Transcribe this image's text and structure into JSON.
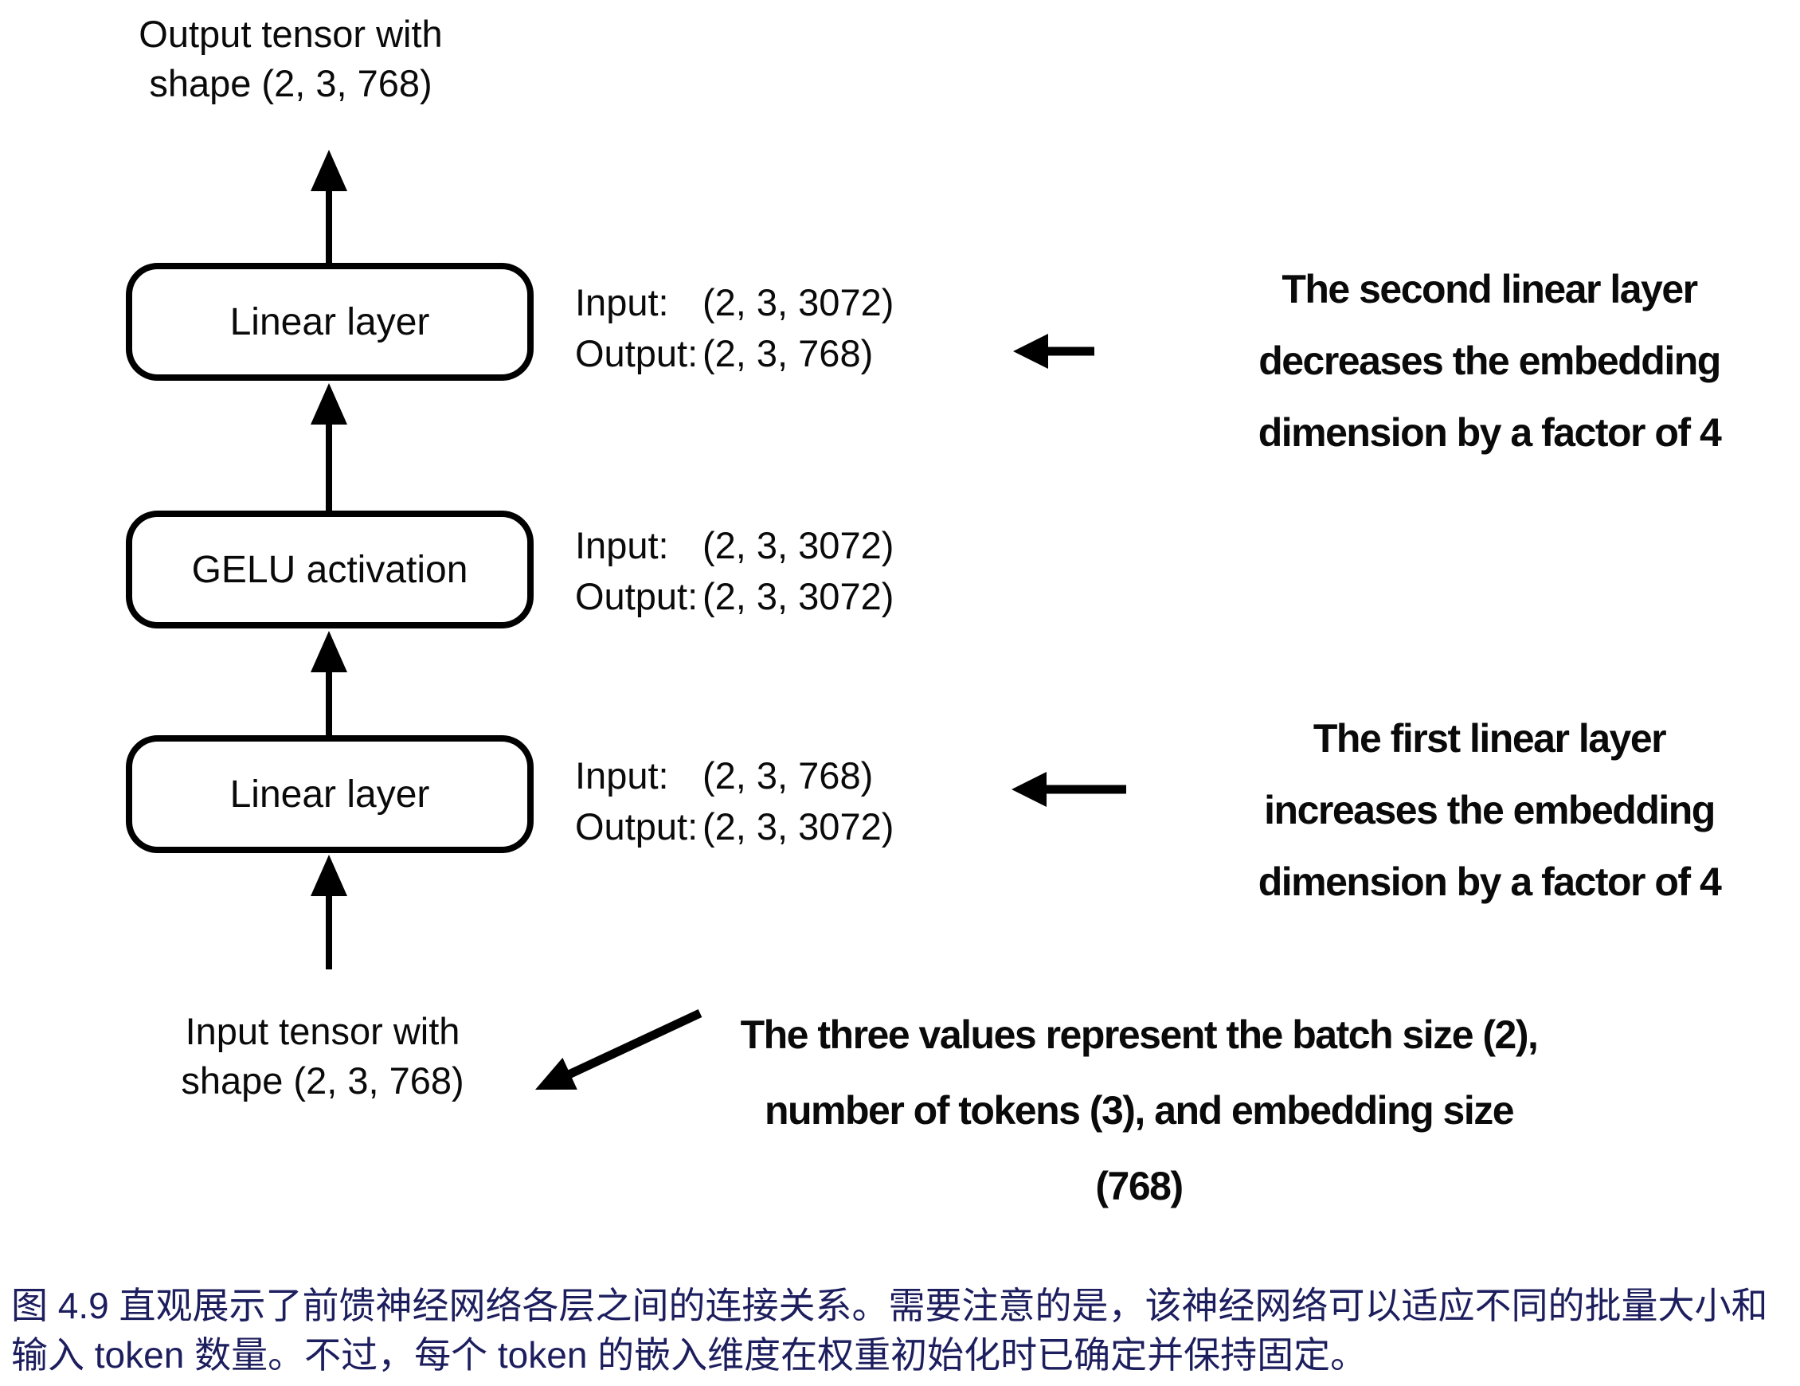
{
  "colors": {
    "ink": "#0a0a0a",
    "caption_text": "#1d1e5e",
    "background": "#ffffff"
  },
  "flow": {
    "output_tensor": {
      "lines": [
        "Output tensor with",
        "shape (2, 3, 768)"
      ]
    },
    "input_tensor": {
      "lines": [
        "Input tensor with",
        "shape (2, 3, 768)"
      ]
    },
    "layers": [
      {
        "name": "Linear layer",
        "input_label": "Input:",
        "input_value": "(2, 3, 3072)",
        "output_label": "Output:",
        "output_value": "(2, 3, 768)"
      },
      {
        "name": "GELU activation",
        "input_label": "Input:",
        "input_value": "(2, 3, 3072)",
        "output_label": "Output:",
        "output_value": "(2, 3, 3072)"
      },
      {
        "name": "Linear layer",
        "input_label": "Input:",
        "input_value": "(2, 3, 768)",
        "output_label": "Output:",
        "output_value": "(2, 3, 3072)"
      }
    ]
  },
  "annotations": {
    "second_linear": {
      "lines": [
        "The second linear layer",
        "decreases the embedding",
        "dimension by a factor of 4"
      ]
    },
    "first_linear": {
      "lines": [
        "The first linear layer",
        "increases the embedding",
        "dimension by a factor of 4"
      ]
    },
    "three_values": {
      "lines": [
        "The three values represent the batch size (2),",
        "number of tokens (3), and embedding size",
        "(768)"
      ]
    }
  },
  "caption": {
    "lines": [
      "图 4.9 直观展示了前馈神经网络各层之间的连接关系。需要注意的是，该神经网络可以适应不同的批量大小和",
      "输入 token 数量。不过，每个 token 的嵌入维度在权重初始化时已确定并保持固定。"
    ]
  }
}
